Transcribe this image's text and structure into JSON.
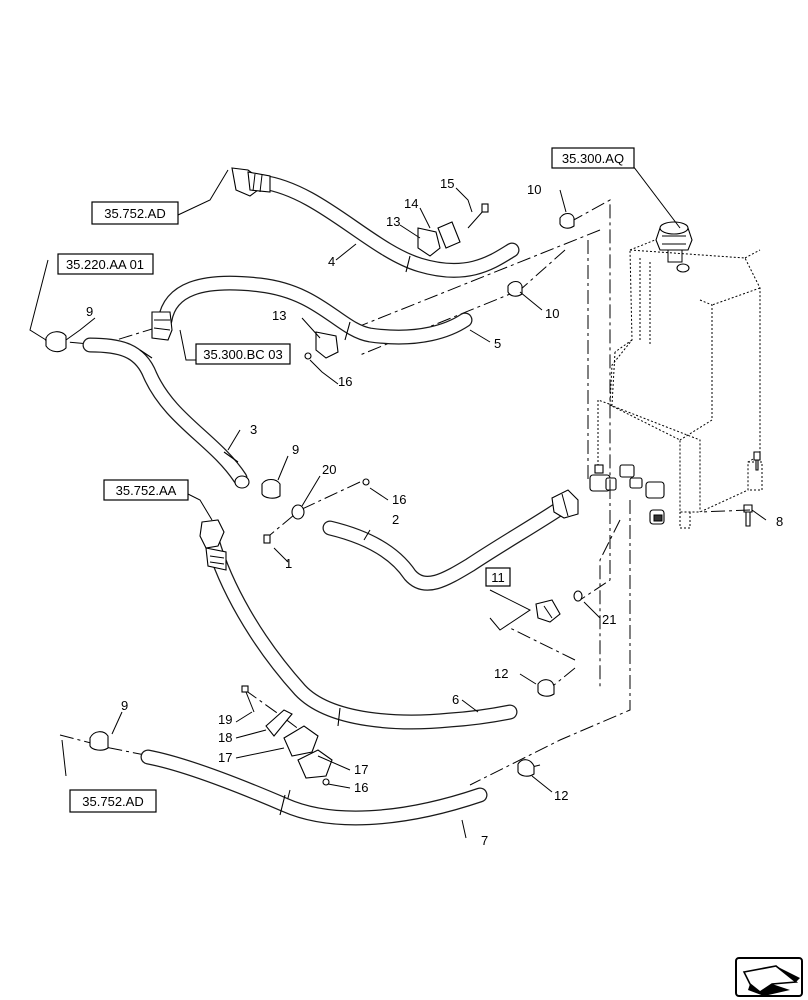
{
  "references": {
    "r1": "35.752.AD",
    "r2": "35.220.AA 01",
    "r3": "35.300.BC 03",
    "r4": "35.752.AA",
    "r5": "35.300.AQ",
    "r6": "35.752.AD"
  },
  "callouts": {
    "c1": "1",
    "c2": "2",
    "c3": "3",
    "c4": "4",
    "c5": "5",
    "c6": "6",
    "c7": "7",
    "c8": "8",
    "c9a": "9",
    "c9b": "9",
    "c9c": "9",
    "c10a": "10",
    "c10b": "10",
    "c11": "11",
    "c12a": "12",
    "c12b": "12",
    "c13a": "13",
    "c13b": "13",
    "c14": "14",
    "c15": "15",
    "c16a": "16",
    "c16b": "16",
    "c16c": "16",
    "c17a": "17",
    "c17b": "17",
    "c18": "18",
    "c19": "19",
    "c20": "20",
    "c21": "21"
  },
  "icons": {
    "nav": "next-page-arrow-icon"
  }
}
